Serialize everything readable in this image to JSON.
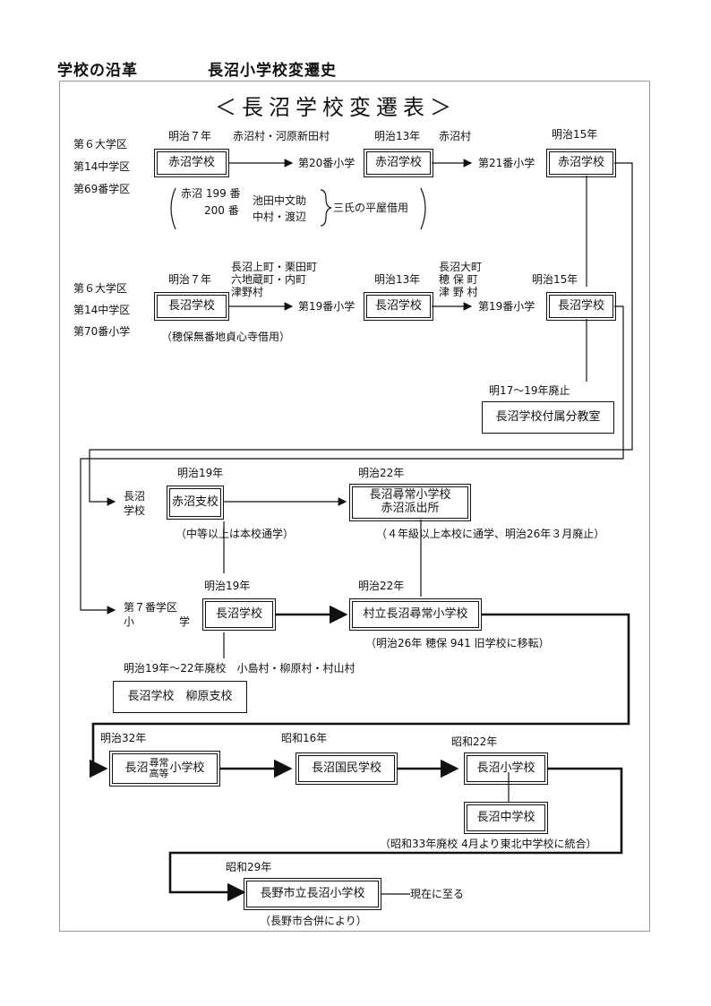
{
  "page": {
    "heading_left": "学校の沿革",
    "heading_right": "長沼小学校変遷史",
    "title": "＜長沼学校変遷表＞"
  },
  "akanuma_row": {
    "district": [
      "第６大学区",
      "第14中学区",
      "第69番学区"
    ],
    "m7_label": "明治７年",
    "m7_villages": "赤沼村・河原新田村",
    "school_1": "赤沼学校",
    "num20": "第20番小学",
    "m13_label": "明治13年",
    "m13_village": "赤沼村",
    "school_2": "赤沼学校",
    "num21": "第21番小学",
    "m15_label": "明治15年",
    "school_3": "赤沼学校",
    "note_akanuma": "赤沼 199 番",
    "note_200": "200 番",
    "note_names_1": "池田中文助",
    "note_names_2": "中村・渡辺",
    "note_three": "三氏の平屋借用"
  },
  "naganuma_row": {
    "district": [
      "第６大学区",
      "第14中学区",
      "第70番小学"
    ],
    "m7_label": "明治７年",
    "villages": [
      "長沼上町・栗田町",
      "六地蔵町・内町",
      "津野村"
    ],
    "school_1": "長沼学校",
    "num19": "第19番小学",
    "m13_label": "明治13年",
    "villages_2": [
      "長沼大町",
      "穂 保 町",
      "津 野 村"
    ],
    "school_2": "長沼学校",
    "num19b": "第19番小学",
    "m15_label": "明治15年",
    "school_3": "長沼学校",
    "note": "（穂保無番地貞心寺借用）",
    "abolish": "明17～19年廃止",
    "branch_room": "長沼学校付属分教室"
  },
  "m19_section": {
    "group_label_1": "長沼",
    "group_label_2": "学校",
    "m19_label": "明治19年",
    "akanuma_branch": "赤沼支校",
    "m22_label": "明治22年",
    "jinjo_line1": "長沼尋常小学校",
    "jinjo_line2": "赤沼派出所",
    "note_left": "（中等以上は本校通学）",
    "note_right": "（４年級以上本校に通学、明治26年３月廃止）",
    "district7_line1": "第７番学区",
    "district7_line2a": "小",
    "district7_line2b": "学",
    "m19_label_b": "明治19年",
    "naganuma_school": "長沼学校",
    "m22_label_b": "明治22年",
    "village_school": "村立長沼尋常小学校",
    "move_note": "（明治26年 穂保 941 旧学校に移転）",
    "yanagihara_note": "明治19年～22年廃校　小島村・柳原村・村山村",
    "yanagihara_box": "長沼学校　柳原支校"
  },
  "later": {
    "m32_label": "明治32年",
    "m32_prefix": "長沼",
    "m32_top": "尋常",
    "m32_bottom": "高等",
    "m32_suffix": "小学校",
    "s16_label": "昭和16年",
    "s16_school": "長沼国民学校",
    "s22_label": "昭和22年",
    "s22_school": "長沼小学校",
    "middle_school": "長沼中学校",
    "middle_note": "（昭和33年廃校 4月より東北中学校に統合）",
    "s29_label": "昭和29年",
    "final_school": "長野市立長沼小学校",
    "present": "現在に至る",
    "merge_note": "（長野市合併により）"
  }
}
